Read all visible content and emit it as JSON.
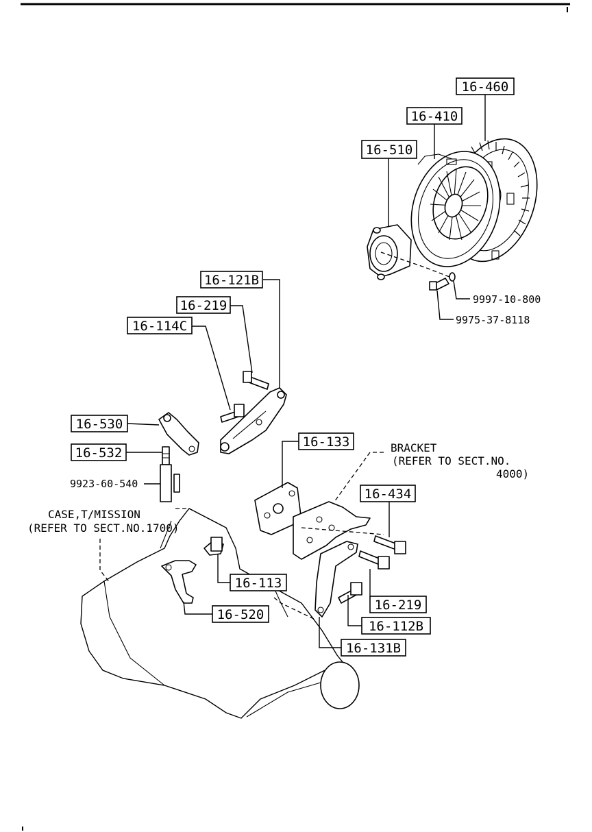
{
  "callouts": {
    "p16_460": "16-460",
    "p16_410": "16-410",
    "p16_510": "16-510",
    "p16_121B": "16-121B",
    "p16_219_top": "16-219",
    "p16_114C": "16-114C",
    "p16_530": "16-530",
    "p16_532": "16-532",
    "p16_133": "16-133",
    "p16_434": "16-434",
    "p16_113": "16-113",
    "p16_219_bottom": "16-219",
    "p16_520": "16-520",
    "p16_112B": "16-112B",
    "p16_131B": "16-131B"
  },
  "part_numbers": {
    "washer": "9997-10-800",
    "bolt": "9975-37-8118",
    "pin": "9923-60-540"
  },
  "notes": {
    "bracket_line1": "BRACKET",
    "bracket_line2": "(REFER TO SECT.NO.",
    "bracket_line3": "4000)",
    "case_line1": "CASE,T/MISSION",
    "case_line2": "(REFER TO SECT.NO.1700)"
  }
}
